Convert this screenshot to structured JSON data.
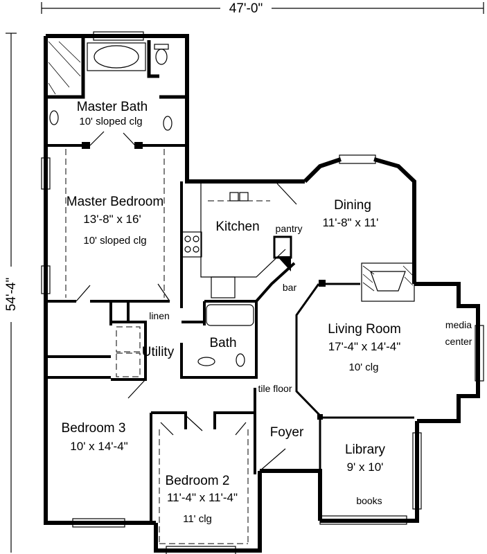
{
  "overall_dimensions": {
    "width": "47'-0\"",
    "depth": "54'-4\""
  },
  "rooms": [
    {
      "id": "master-bath",
      "name": "Master Bath",
      "size": "",
      "note": "10' sloped clg"
    },
    {
      "id": "master-bedroom",
      "name": "Master Bedroom",
      "size": "13'-8\" x 16'",
      "note": "10' sloped clg"
    },
    {
      "id": "kitchen",
      "name": "Kitchen",
      "size": "",
      "note": ""
    },
    {
      "id": "dining",
      "name": "Dining",
      "size": "11'-8\" x 11'",
      "note": ""
    },
    {
      "id": "living-room",
      "name": "Living Room",
      "size": "17'-4\" x 14'-4\"",
      "note": "10' clg"
    },
    {
      "id": "bath",
      "name": "Bath",
      "size": "",
      "note": ""
    },
    {
      "id": "utility",
      "name": "Utility",
      "size": "",
      "note": ""
    },
    {
      "id": "bedroom-3",
      "name": "Bedroom 3",
      "size": "10' x 14'-4\"",
      "note": ""
    },
    {
      "id": "bedroom-2",
      "name": "Bedroom 2",
      "size": "11'-4\" x 11'-4\"",
      "note": "11' clg"
    },
    {
      "id": "foyer",
      "name": "Foyer",
      "size": "",
      "note": ""
    },
    {
      "id": "library",
      "name": "Library",
      "size": "9' x 10'",
      "note": ""
    }
  ],
  "annotations": {
    "pantry": "pantry",
    "bar": "bar",
    "linen": "linen",
    "tile_floor": "tile floor",
    "media": "media",
    "center": "center",
    "books": "books"
  }
}
